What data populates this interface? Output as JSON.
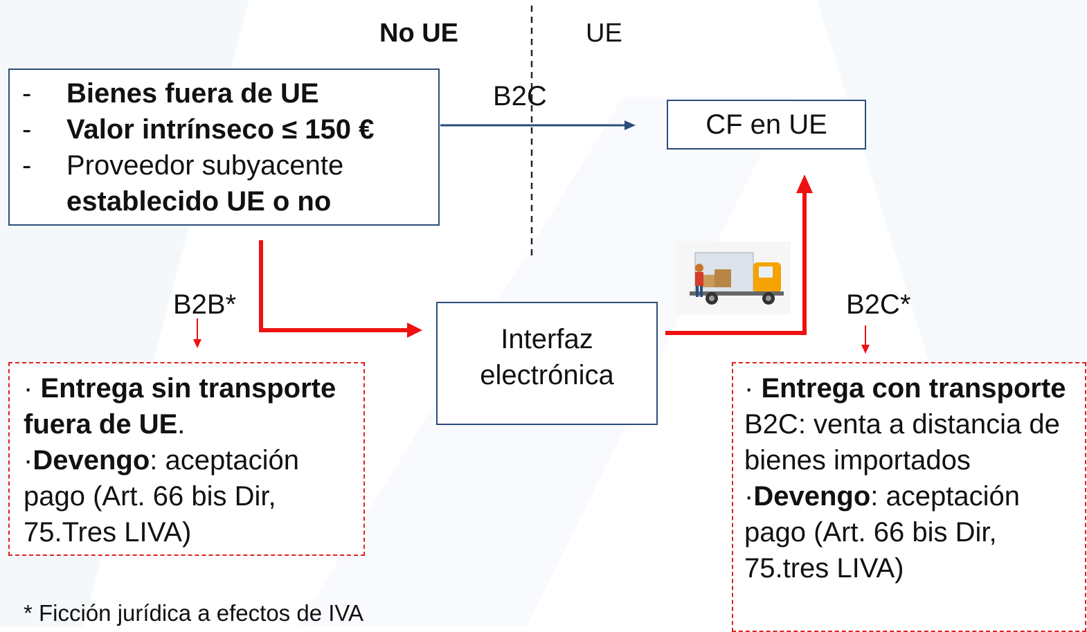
{
  "regions": {
    "non_eu": "No UE",
    "eu": "UE"
  },
  "source_box": {
    "lines": [
      {
        "bold": "Bienes fuera de UE",
        "normal": ""
      },
      {
        "bold": "Valor intrínseco ≤ 150 €",
        "normal": ""
      },
      {
        "bold": "",
        "normal": "Proveedor subyacente"
      }
    ],
    "last_line_bold": "establecido UE o no",
    "bullet": "-"
  },
  "edges": {
    "top_label": "B2C",
    "left_label": "B2B*",
    "right_label": "B2C*"
  },
  "consumer_box": {
    "label": "CF en UE"
  },
  "interface_box": {
    "line1": "Interfaz",
    "line2": "electrónica"
  },
  "left_note": {
    "p1_prefix": "· ",
    "p1_bold": "Entrega sin transporte fuera de UE",
    "p1_suffix": ".",
    "p2_prefix": "·",
    "p2_bold": "Devengo",
    "p2_normal": ": aceptación pago (Art. 66 bis Dir, 75.Tres LIVA)"
  },
  "right_note": {
    "p1_prefix": "· ",
    "p1_bold": "Entrega con transporte",
    "p1_normal": " B2C: venta a distancia de bienes importados",
    "p2_prefix": "·",
    "p2_bold": "Devengo",
    "p2_normal": ": aceptación pago (Art. 66 bis Dir, 75.tres LIVA)"
  },
  "footnote": "* Ficción jurídica a efectos de IVA",
  "colors": {
    "red": "#ee1111",
    "blue": "#2b4d7a",
    "divider": "#222222"
  },
  "icons": {
    "truck": "delivery-truck-icon"
  }
}
